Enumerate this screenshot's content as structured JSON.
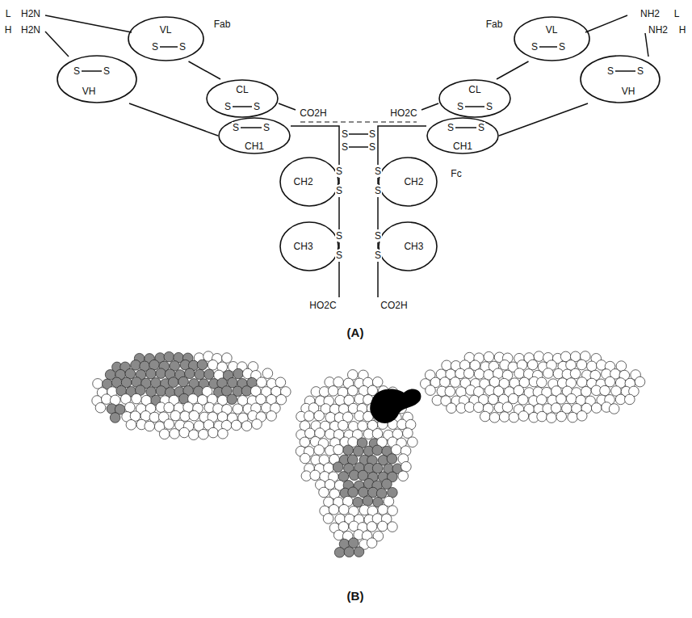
{
  "diagram": {
    "nodes": [
      {
        "text": [
          "VL"
        ]
      },
      {
        "text": [
          "VL"
        ]
      },
      {
        "text": [
          "VH"
        ]
      },
      {
        "text": [
          "VH"
        ]
      },
      {
        "text": [
          "CL"
        ]
      },
      {
        "text": [
          "CL"
        ]
      },
      {
        "text": [
          "CH1"
        ]
      },
      {
        "text": [
          "CH1"
        ]
      },
      {
        "text": [
          "CH2"
        ]
      },
      {
        "text": [
          "CH2"
        ]
      },
      {
        "text": [
          "CH3"
        ]
      },
      {
        "text": [
          "CH3"
        ]
      }
    ],
    "edges": [
      {
        "from": 0,
        "to": 4,
        "arrow": "none"
      },
      {
        "from": 2,
        "to": 6,
        "arrow": "none"
      },
      {
        "from": 6,
        "to": 8,
        "arrow": "none"
      },
      {
        "from": 8,
        "to": 10,
        "arrow": "none"
      },
      {
        "from": 1,
        "to": 5,
        "arrow": "none"
      },
      {
        "from": 3,
        "to": 7,
        "arrow": "none"
      },
      {
        "from": 7,
        "to": 9,
        "arrow": "none"
      },
      {
        "from": 9,
        "to": 11,
        "arrow": "none"
      }
    ],
    "labels": [
      "L",
      "H2N",
      "H",
      "H2N",
      "NH2",
      "L",
      "NH2",
      "H",
      "Fab",
      "Fab",
      "S",
      "S",
      "S",
      "S",
      "S",
      "S",
      "S",
      "S",
      "S",
      "S",
      "S",
      "S",
      "S",
      "S",
      "S",
      "S",
      "S",
      "S",
      "S",
      "S",
      "S",
      "S",
      "S",
      "S",
      "S",
      "S",
      "S",
      "S",
      "CO2H",
      "HO2C",
      "Fc",
      "HO2C",
      "CO2H",
      "(A)",
      "(B)"
    ]
  }
}
